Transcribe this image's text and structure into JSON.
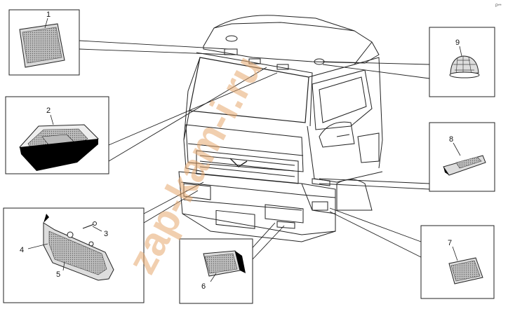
{
  "diagram": {
    "corner_tag": "P**",
    "watermark": "zap-kam-i.ru",
    "callouts": [
      {
        "id": "1",
        "label": "1"
      },
      {
        "id": "2",
        "label": "2"
      },
      {
        "id": "3",
        "label": "3"
      },
      {
        "id": "4",
        "label": "4"
      },
      {
        "id": "5",
        "label": "5"
      },
      {
        "id": "6",
        "label": "6"
      },
      {
        "id": "7",
        "label": "7"
      },
      {
        "id": "8",
        "label": "8"
      },
      {
        "id": "9",
        "label": "9"
      }
    ],
    "colors": {
      "line": "#222222",
      "watermark": "#e6a86e",
      "lens": "#aaaaaa"
    }
  }
}
